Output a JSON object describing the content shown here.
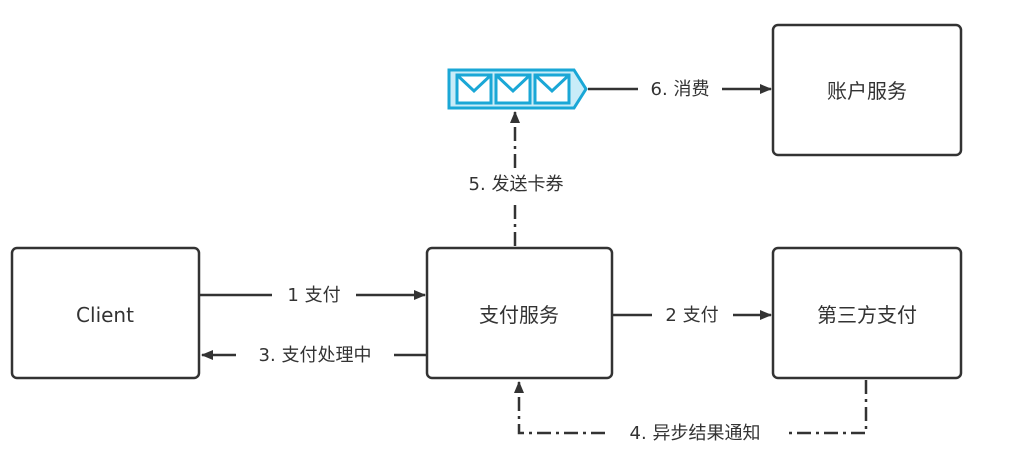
{
  "nodes": {
    "client": "Client",
    "payment_service": "支付服务",
    "third_party_payment": "第三方支付",
    "account_service": "账户服务"
  },
  "edges": {
    "e1": "1 支付",
    "e2": "2 支付",
    "e3": "3. 支付处理中",
    "e4": "4. 异步结果通知",
    "e5": "5. 发送卡券",
    "e6": "6. 消费"
  },
  "colors": {
    "box_border": "#333333",
    "arrow": "#333333",
    "queue_border": "#1aa7d6",
    "queue_fill": "#c8ecf8",
    "background": "#ffffff"
  },
  "icons": {
    "message_queue": "envelope-queue-icon"
  }
}
